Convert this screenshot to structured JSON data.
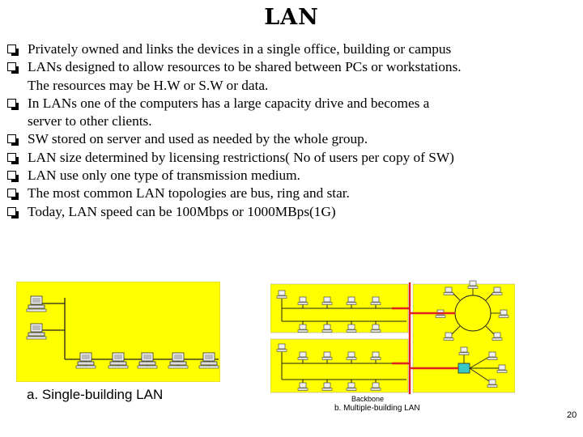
{
  "slide": {
    "title": "LAN",
    "bullets": [
      "Privately owned and links the devices in a single office, building or campus",
      "LANs designed to allow resources to be shared between PCs or workstations.",
      "The resources may be H.W or S.W or data.",
      "In LANs one of the computers has a large capacity drive and becomes a",
      "server to other clients.",
      "SW stored on server and used as needed by the whole group.",
      "LAN size determined by licensing restrictions( No of users per copy of SW)",
      "LAN use only one type of transmission medium.",
      "The most common LAN topologies are bus, ring and star.",
      "Today, LAN speed can be 100Mbps or 1000MBps(1G)"
    ],
    "figures": {
      "single_caption": "a. Single-building LAN",
      "backbone_label": "Backbone",
      "multi_caption": "b. Multiple-building LAN"
    },
    "page_number": "20",
    "colors": {
      "panel": "#ffff00",
      "backbone": "#e02020",
      "hub": "#39c8c8"
    }
  }
}
